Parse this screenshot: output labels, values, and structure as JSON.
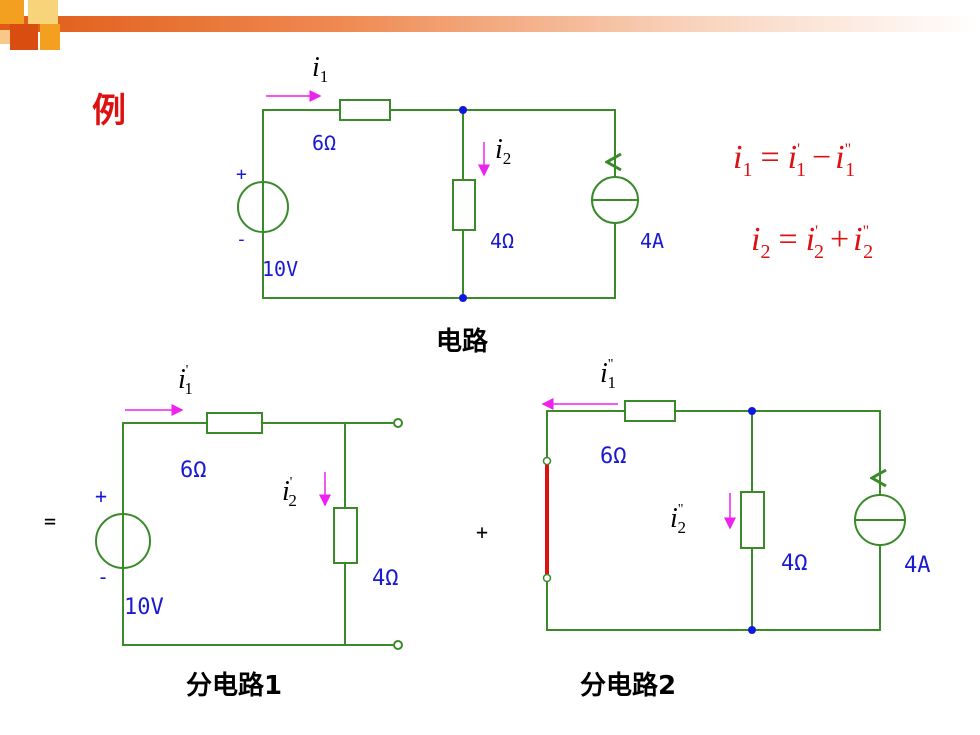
{
  "example_label": "例",
  "colors": {
    "wire": "#3a8a2a",
    "label": "#1a1ad0",
    "arrow": "#ee22ee",
    "red": "#dd1111",
    "node": "#1018e0"
  },
  "main_circuit": {
    "caption": "电路",
    "i1": "i",
    "i1_sub": "1",
    "i2": "i",
    "i2_sub": "2",
    "r1": "6Ω",
    "r2": "4Ω",
    "source_v": "10V",
    "source_i": "4A",
    "plus": "+",
    "minus": "-"
  },
  "equations": {
    "eq1": {
      "lhs": "i",
      "lhs_sub": "1",
      "op1": "=",
      "a": "i",
      "a_sub": "1",
      "a_sup": "'",
      "op2": "−",
      "b": "i",
      "b_sub": "1",
      "b_sup": "\""
    },
    "eq2": {
      "lhs": "i",
      "lhs_sub": "2",
      "op1": "=",
      "a": "i",
      "a_sub": "2",
      "a_sup": "'",
      "op2": "+",
      "b": "i",
      "b_sub": "2",
      "b_sup": "\""
    }
  },
  "sub1": {
    "caption": "分电路1",
    "i1": "i",
    "i1_sub": "1",
    "i1_sup": "'",
    "i2": "i",
    "i2_sub": "2",
    "i2_sup": "'",
    "r1": "6Ω",
    "r2": "4Ω",
    "source_v": "10V",
    "plus": "+",
    "minus": "-"
  },
  "sub2": {
    "caption": "分电路2",
    "i1": "i",
    "i1_sub": "1",
    "i1_sup": "\"",
    "i2": "i",
    "i2_sub": "2",
    "i2_sup": "\"",
    "r1": "6Ω",
    "r2": "4Ω",
    "source_i": "4A"
  },
  "equals_sign": "=",
  "plus_sign": "+"
}
